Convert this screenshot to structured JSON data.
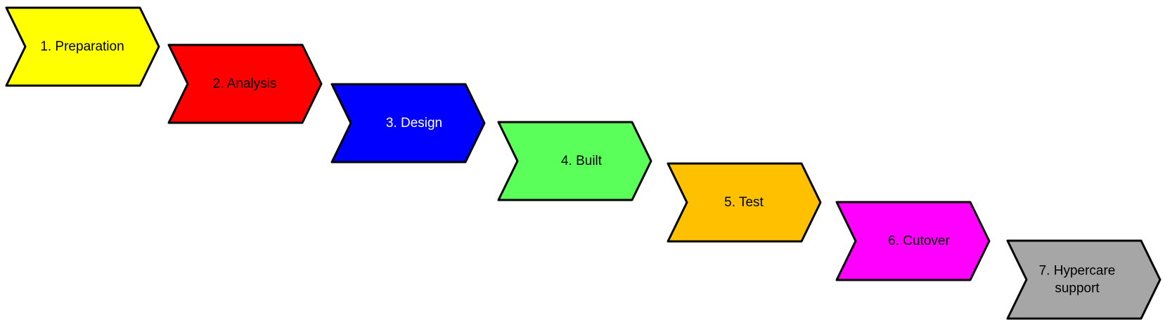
{
  "steps": [
    {
      "lines": [
        "1. Preparation"
      ],
      "fill": "#FFFF00",
      "text_color": "#000000"
    },
    {
      "lines": [
        "2. Analysis"
      ],
      "fill": "#FF0000",
      "text_color": "#000000"
    },
    {
      "lines": [
        "3. Design"
      ],
      "fill": "#0000FF",
      "text_color": "#FFFFFF"
    },
    {
      "lines": [
        "4. Built"
      ],
      "fill": "#5AFF5A",
      "text_color": "#000000"
    },
    {
      "lines": [
        "5. Test"
      ],
      "fill": "#FFC000",
      "text_color": "#000000"
    },
    {
      "lines": [
        "6. Cutover"
      ],
      "fill": "#FF00FF",
      "text_color": "#000000"
    },
    {
      "lines": [
        "7. Hypercare",
        "support"
      ],
      "fill": "#A6A6A6",
      "text_color": "#000000"
    }
  ],
  "outline_color": "#000000"
}
